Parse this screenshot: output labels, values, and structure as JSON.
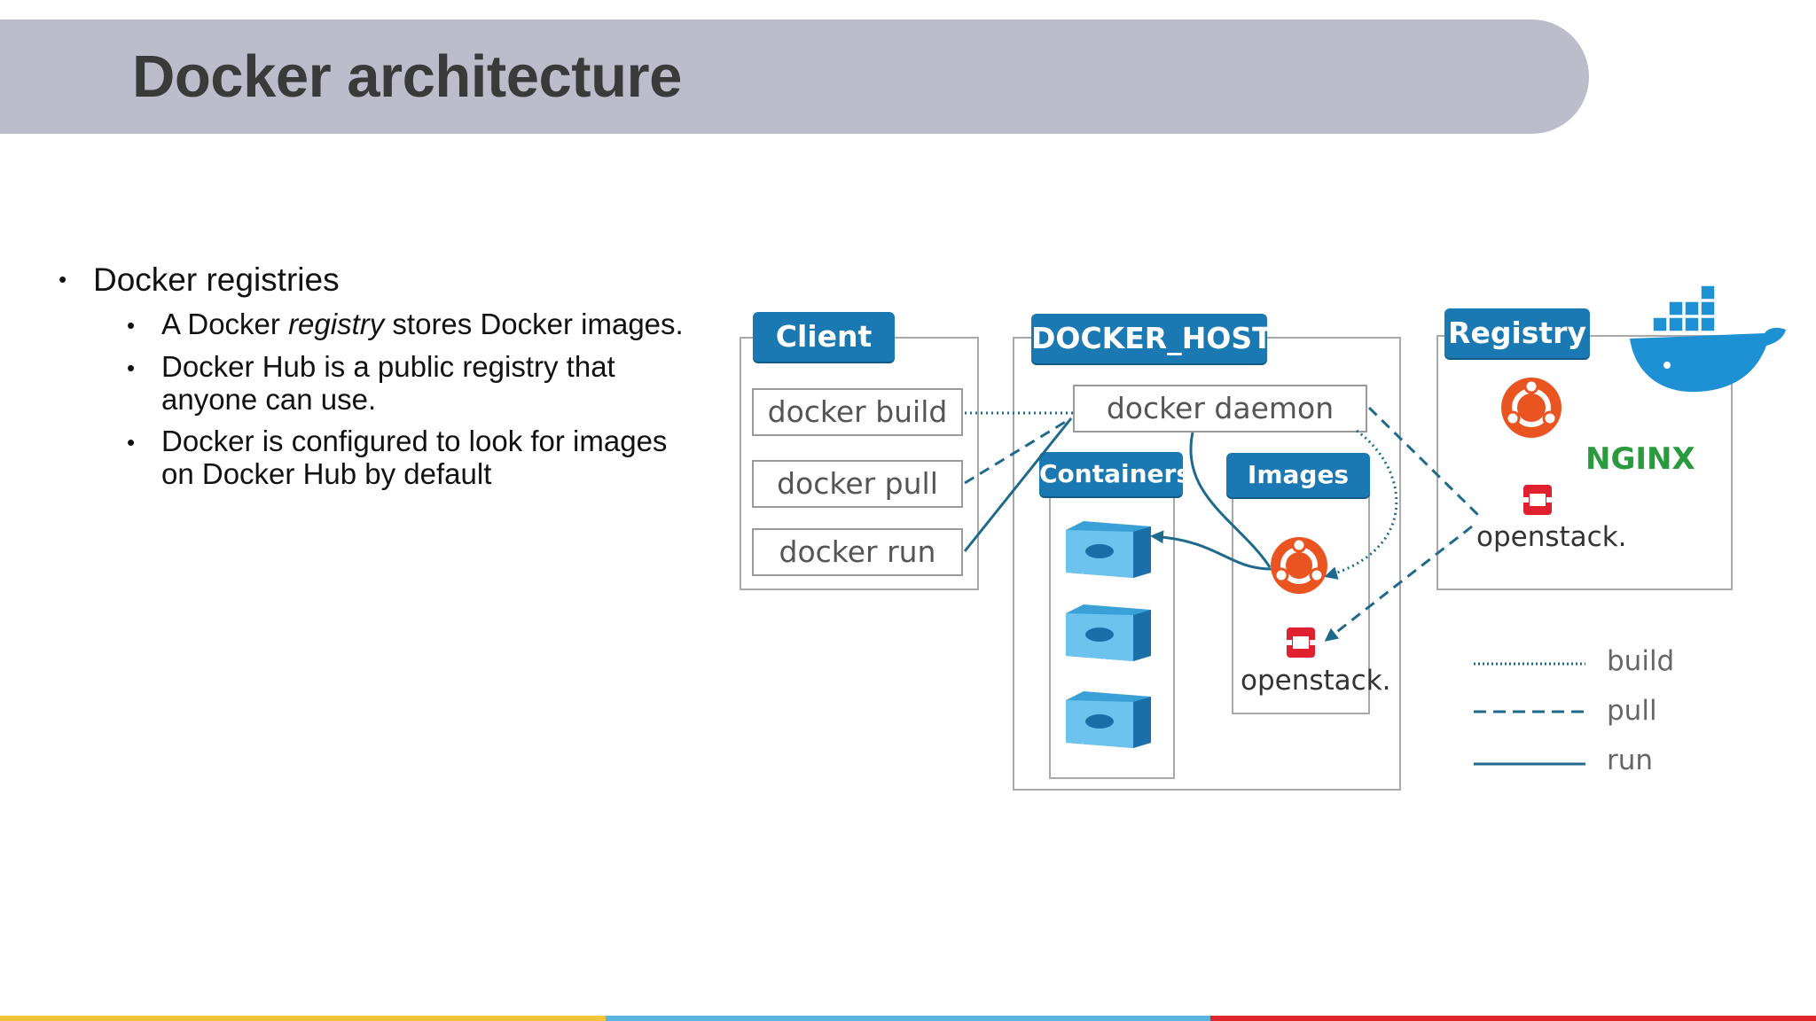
{
  "slide": {
    "title": "Docker architecture"
  },
  "bullets": {
    "main": "Docker registries",
    "sub1_pre": "A Docker ",
    "sub1_em": "registry",
    "sub1_post": " stores Docker images.",
    "sub2_line1": "Docker Hub is a public registry that",
    "sub2_line2": "anyone can use.",
    "sub3_line1": "Docker is configured to look for images",
    "sub3_line2": "on Docker Hub by default"
  },
  "diagram": {
    "client_tag": "Client",
    "host_tag": "DOCKER_HOST",
    "registry_tag": "Registry",
    "containers_tag": "Containers",
    "images_tag": "Images",
    "cmd_build": "docker build",
    "cmd_pull": "docker pull",
    "cmd_run": "docker run",
    "daemon": "docker daemon",
    "openstack_images": "openstack.",
    "openstack_registry": "openstack.",
    "nginx": "NGINX",
    "legend": {
      "build": "build",
      "pull": "pull",
      "run": "run"
    }
  },
  "colors": {
    "title_bar": "#bdbccb",
    "tag_blue": "#1a78b3",
    "line_blue": "#1f6a8c",
    "ubuntu_orange": "#e95420",
    "openstack_red": "#e0202f",
    "nginx_green": "#2a9a3e",
    "footer": [
      "#f2c43a",
      "#5ab4e2",
      "#e0262d"
    ]
  },
  "icons": [
    "ubuntu-icon",
    "openstack-icon",
    "docker-whale-icon",
    "container-icon"
  ]
}
